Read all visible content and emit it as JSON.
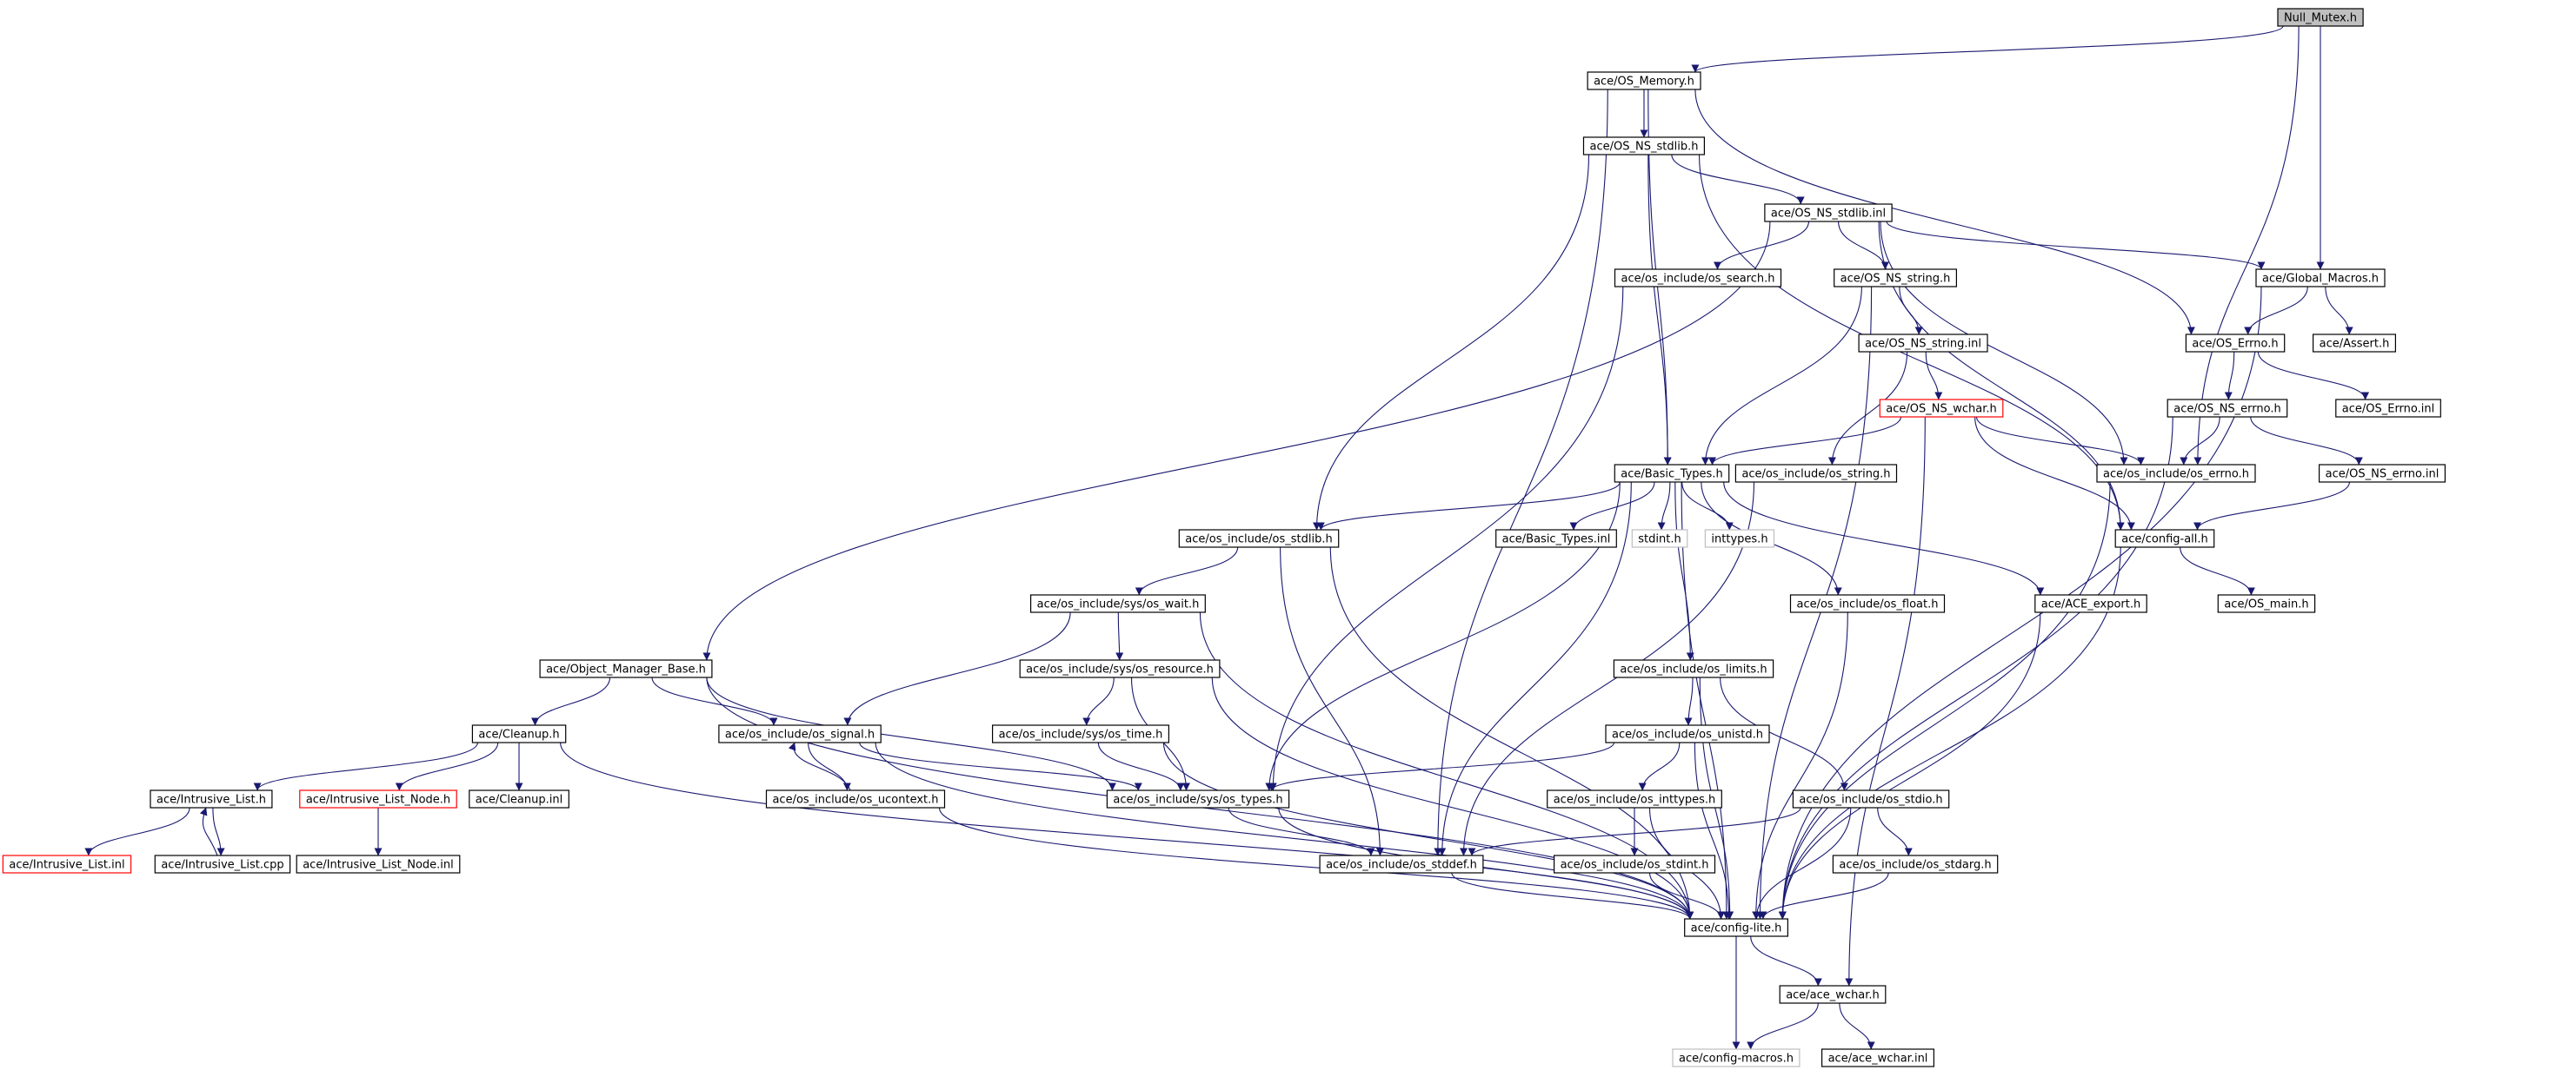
{
  "chart_data": {
    "type": "diagram",
    "nodes": [
      {
        "id": "null_mutex",
        "label": "Null_Mutex.h",
        "style": "root"
      },
      {
        "id": "os_memory",
        "label": "ace/OS_Memory.h"
      },
      {
        "id": "os_ns_stdlib_h",
        "label": "ace/OS_NS_stdlib.h"
      },
      {
        "id": "os_ns_stdlib_inl",
        "label": "ace/OS_NS_stdlib.inl"
      },
      {
        "id": "global_macros",
        "label": "ace/Global_Macros.h"
      },
      {
        "id": "os_search",
        "label": "ace/os_include/os_search.h"
      },
      {
        "id": "os_ns_string_h",
        "label": "ace/OS_NS_string.h"
      },
      {
        "id": "os_errno_h",
        "label": "ace/OS_Errno.h"
      },
      {
        "id": "assert_h",
        "label": "ace/Assert.h"
      },
      {
        "id": "os_ns_string_inl",
        "label": "ace/OS_NS_string.inl"
      },
      {
        "id": "os_errno_inl",
        "label": "ace/OS_Errno.inl"
      },
      {
        "id": "os_ns_wchar_h",
        "label": "ace/OS_NS_wchar.h",
        "style": "red"
      },
      {
        "id": "os_ns_errno_h",
        "label": "ace/OS_NS_errno.h"
      },
      {
        "id": "basic_types_h",
        "label": "ace/Basic_Types.h"
      },
      {
        "id": "os_string_h",
        "label": "ace/os_include/os_string.h"
      },
      {
        "id": "os_include_errno",
        "label": "ace/os_include/os_errno.h"
      },
      {
        "id": "os_ns_errno_inl",
        "label": "ace/OS_NS_errno.inl"
      },
      {
        "id": "os_stdlib_h",
        "label": "ace/os_include/os_stdlib.h"
      },
      {
        "id": "basic_types_inl",
        "label": "ace/Basic_Types.inl"
      },
      {
        "id": "stdint_h",
        "label": "stdint.h",
        "style": "grey"
      },
      {
        "id": "inttypes_h",
        "label": "inttypes.h",
        "style": "grey"
      },
      {
        "id": "config_all",
        "label": "ace/config-all.h"
      },
      {
        "id": "os_wait",
        "label": "ace/os_include/sys/os_wait.h"
      },
      {
        "id": "os_float",
        "label": "ace/os_include/os_float.h"
      },
      {
        "id": "ace_export",
        "label": "ace/ACE_export.h"
      },
      {
        "id": "os_main",
        "label": "ace/OS_main.h"
      },
      {
        "id": "object_manager_base",
        "label": "ace/Object_Manager_Base.h"
      },
      {
        "id": "os_resource",
        "label": "ace/os_include/sys/os_resource.h"
      },
      {
        "id": "os_limits",
        "label": "ace/os_include/os_limits.h"
      },
      {
        "id": "cleanup_h",
        "label": "ace/Cleanup.h"
      },
      {
        "id": "os_signal",
        "label": "ace/os_include/os_signal.h"
      },
      {
        "id": "os_time",
        "label": "ace/os_include/sys/os_time.h"
      },
      {
        "id": "os_unistd",
        "label": "ace/os_include/os_unistd.h"
      },
      {
        "id": "intrusive_list_h",
        "label": "ace/Intrusive_List.h"
      },
      {
        "id": "intrusive_list_node_h",
        "label": "ace/Intrusive_List_Node.h",
        "style": "red"
      },
      {
        "id": "cleanup_inl",
        "label": "ace/Cleanup.inl"
      },
      {
        "id": "os_ucontext",
        "label": "ace/os_include/os_ucontext.h"
      },
      {
        "id": "os_types",
        "label": "ace/os_include/sys/os_types.h"
      },
      {
        "id": "os_inttypes",
        "label": "ace/os_include/os_inttypes.h"
      },
      {
        "id": "os_stdio",
        "label": "ace/os_include/os_stdio.h"
      },
      {
        "id": "intrusive_list_inl",
        "label": "ace/Intrusive_List.inl",
        "style": "red"
      },
      {
        "id": "intrusive_list_cpp",
        "label": "ace/Intrusive_List.cpp"
      },
      {
        "id": "intrusive_list_node_inl",
        "label": "ace/Intrusive_List_Node.inl"
      },
      {
        "id": "os_stddef",
        "label": "ace/os_include/os_stddef.h"
      },
      {
        "id": "os_stdint",
        "label": "ace/os_include/os_stdint.h"
      },
      {
        "id": "os_stdarg",
        "label": "ace/os_include/os_stdarg.h"
      },
      {
        "id": "config_lite",
        "label": "ace/config-lite.h"
      },
      {
        "id": "ace_wchar_h",
        "label": "ace/ace_wchar.h"
      },
      {
        "id": "config_macros",
        "label": "ace/config-macros.h",
        "style": "grey"
      },
      {
        "id": "ace_wchar_inl",
        "label": "ace/ace_wchar.inl"
      }
    ],
    "edges": [
      [
        "null_mutex",
        "os_memory"
      ],
      [
        "null_mutex",
        "global_macros"
      ],
      [
        "null_mutex",
        "os_include_errno"
      ],
      [
        "os_memory",
        "os_ns_stdlib_h"
      ],
      [
        "os_memory",
        "basic_types_h"
      ],
      [
        "os_memory",
        "os_errno_h"
      ],
      [
        "os_memory",
        "os_stddef"
      ],
      [
        "os_ns_stdlib_h",
        "os_ns_stdlib_inl"
      ],
      [
        "os_ns_stdlib_h",
        "basic_types_h"
      ],
      [
        "os_ns_stdlib_h",
        "os_stdlib_h"
      ],
      [
        "os_ns_stdlib_h",
        "config_all"
      ],
      [
        "os_ns_stdlib_inl",
        "global_macros"
      ],
      [
        "os_ns_stdlib_inl",
        "os_search"
      ],
      [
        "os_ns_stdlib_inl",
        "os_ns_string_h"
      ],
      [
        "os_ns_stdlib_inl",
        "os_include_errno"
      ],
      [
        "os_ns_stdlib_inl",
        "object_manager_base"
      ],
      [
        "os_ns_stdlib_inl",
        "config_all"
      ],
      [
        "global_macros",
        "os_errno_h"
      ],
      [
        "global_macros",
        "assert_h"
      ],
      [
        "global_macros",
        "config_lite"
      ],
      [
        "os_search",
        "os_types"
      ],
      [
        "os_ns_string_h",
        "os_ns_string_inl"
      ],
      [
        "os_ns_string_h",
        "basic_types_h"
      ],
      [
        "os_ns_string_h",
        "config_lite"
      ],
      [
        "os_errno_h",
        "os_ns_errno_h"
      ],
      [
        "os_errno_h",
        "os_errno_inl"
      ],
      [
        "os_ns_string_inl",
        "os_ns_wchar_h"
      ],
      [
        "os_ns_string_inl",
        "os_string_h"
      ],
      [
        "os_ns_wchar_h",
        "basic_types_h"
      ],
      [
        "os_ns_wchar_h",
        "os_include_errno"
      ],
      [
        "os_ns_wchar_h",
        "config_all"
      ],
      [
        "os_ns_wchar_h",
        "ace_wchar_h"
      ],
      [
        "os_ns_errno_h",
        "os_include_errno"
      ],
      [
        "os_ns_errno_h",
        "os_ns_errno_inl"
      ],
      [
        "os_ns_errno_h",
        "config_lite"
      ],
      [
        "os_ns_errno_inl",
        "config_all"
      ],
      [
        "basic_types_h",
        "os_stdlib_h"
      ],
      [
        "basic_types_h",
        "basic_types_inl"
      ],
      [
        "basic_types_h",
        "stdint_h"
      ],
      [
        "basic_types_h",
        "inttypes_h"
      ],
      [
        "basic_types_h",
        "os_float"
      ],
      [
        "basic_types_h",
        "os_limits"
      ],
      [
        "basic_types_h",
        "ace_export"
      ],
      [
        "basic_types_h",
        "os_types"
      ],
      [
        "basic_types_h",
        "os_stddef"
      ],
      [
        "basic_types_h",
        "config_lite"
      ],
      [
        "os_string_h",
        "os_stddef"
      ],
      [
        "os_include_errno",
        "config_lite"
      ],
      [
        "os_stdlib_h",
        "os_wait"
      ],
      [
        "os_stdlib_h",
        "os_stddef"
      ],
      [
        "os_stdlib_h",
        "config_lite"
      ],
      [
        "config_all",
        "os_main"
      ],
      [
        "config_all",
        "config_lite"
      ],
      [
        "os_wait",
        "os_signal"
      ],
      [
        "os_wait",
        "os_resource"
      ],
      [
        "os_wait",
        "config_lite"
      ],
      [
        "os_float",
        "config_lite"
      ],
      [
        "ace_export",
        "config_lite"
      ],
      [
        "object_manager_base",
        "cleanup_h"
      ],
      [
        "object_manager_base",
        "os_signal"
      ],
      [
        "object_manager_base",
        "os_types"
      ],
      [
        "object_manager_base",
        "config_lite"
      ],
      [
        "os_resource",
        "os_time"
      ],
      [
        "os_resource",
        "os_types"
      ],
      [
        "os_resource",
        "config_lite"
      ],
      [
        "os_limits",
        "os_unistd"
      ],
      [
        "os_limits",
        "os_stdio"
      ],
      [
        "os_limits",
        "config_lite"
      ],
      [
        "cleanup_h",
        "intrusive_list_h"
      ],
      [
        "cleanup_h",
        "intrusive_list_node_h"
      ],
      [
        "cleanup_h",
        "cleanup_inl"
      ],
      [
        "cleanup_h",
        "config_lite"
      ],
      [
        "os_signal",
        "os_ucontext"
      ],
      [
        "os_signal",
        "os_types"
      ],
      [
        "os_signal",
        "config_lite"
      ],
      [
        "os_ucontext",
        "os_signal"
      ],
      [
        "os_ucontext",
        "config_lite"
      ],
      [
        "os_time",
        "os_types"
      ],
      [
        "os_time",
        "config_lite"
      ],
      [
        "os_unistd",
        "os_types"
      ],
      [
        "os_unistd",
        "os_inttypes"
      ],
      [
        "os_unistd",
        "config_lite"
      ],
      [
        "intrusive_list_h",
        "intrusive_list_inl"
      ],
      [
        "intrusive_list_h",
        "intrusive_list_cpp"
      ],
      [
        "intrusive_list_cpp",
        "intrusive_list_h"
      ],
      [
        "intrusive_list_node_h",
        "intrusive_list_node_inl"
      ],
      [
        "os_types",
        "os_stddef"
      ],
      [
        "os_types",
        "config_lite"
      ],
      [
        "os_inttypes",
        "os_stdint"
      ],
      [
        "os_inttypes",
        "config_lite"
      ],
      [
        "os_stdio",
        "os_stddef"
      ],
      [
        "os_stdio",
        "os_stdarg"
      ],
      [
        "os_stdio",
        "config_lite"
      ],
      [
        "os_stddef",
        "config_lite"
      ],
      [
        "os_stdint",
        "config_lite"
      ],
      [
        "os_stdarg",
        "config_lite"
      ],
      [
        "config_lite",
        "ace_wchar_h"
      ],
      [
        "config_lite",
        "config_macros"
      ],
      [
        "ace_wchar_h",
        "config_macros"
      ],
      [
        "ace_wchar_h",
        "ace_wchar_inl"
      ]
    ]
  }
}
